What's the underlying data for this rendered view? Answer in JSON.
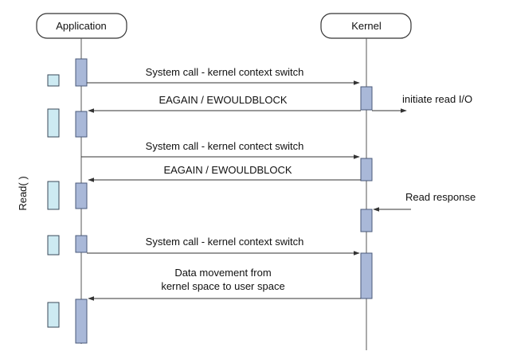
{
  "participants": {
    "application": "Application",
    "kernel": "Kernel"
  },
  "side_label": "Read( )",
  "messages": {
    "m1": "System call - kernel context switch",
    "m2": "EAGAIN / EWOULDBLOCK",
    "m3": "initiate read I/O",
    "m4": "System call - kernel contect switch",
    "m5": "EAGAIN / EWOULDBLOCK",
    "m6": "Read response",
    "m7": "System call - kernel context switch",
    "m8_line1": "Data movement from",
    "m8_line2": "kernel space to user space"
  },
  "colors": {
    "activation_fill": "#a9b8d8",
    "activation_stroke": "#4a5a7a",
    "wait_fill": "#cdeaf2",
    "wait_stroke": "#3a4a5a",
    "line": "#333333"
  }
}
